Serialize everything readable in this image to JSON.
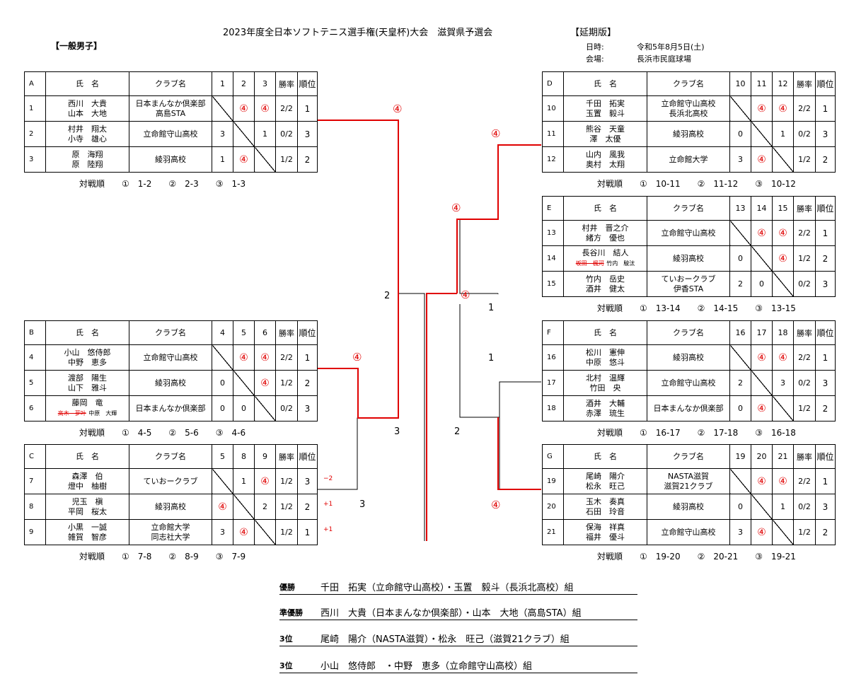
{
  "header": {
    "title": "2023年度全日本ソフトテニス選手権(天皇杯)大会　滋賀県予選会",
    "edition": "【延期版】",
    "date_label": "日時:",
    "date_value": "令和5年8月5日(土)",
    "venue_label": "会場:",
    "venue_value": "長浜市民庭球場",
    "category": "【一般男子】"
  },
  "labels": {
    "name": "氏　名",
    "club": "クラブ名",
    "win": "勝率",
    "rank": "順位"
  },
  "leagues": {
    "A": {
      "letter": "A",
      "cols": [
        "1",
        "2",
        "3"
      ],
      "rows": [
        {
          "id": "1",
          "n1": "西川　大貴",
          "n2": "山本　大地",
          "c1": "日本まんなか倶楽部",
          "c2": "高島STA",
          "r": [
            "",
            "④",
            "④"
          ],
          "win": "2/2",
          "rank": "1"
        },
        {
          "id": "2",
          "n1": "村井　翔太",
          "n2": "小寺　雄心",
          "c1": "立命館守山高校",
          "c2": "",
          "r": [
            "3",
            "",
            "1"
          ],
          "win": "0/2",
          "rank": "3"
        },
        {
          "id": "3",
          "n1": "原　海翔",
          "n2": "原　陸翔",
          "c1": "綾羽高校",
          "c2": "",
          "r": [
            "1",
            "④",
            ""
          ],
          "win": "1/2",
          "rank": "2"
        }
      ],
      "order": "対戦順　　①　1-2　　②　2-3　　③　1-3"
    },
    "B": {
      "letter": "B",
      "cols": [
        "4",
        "5",
        "6"
      ],
      "rows": [
        {
          "id": "4",
          "n1": "小山　悠侍郎",
          "n2": "中野　恵多",
          "c1": "立命館守山高校",
          "c2": "",
          "r": [
            "",
            "④",
            "④"
          ],
          "win": "2/2",
          "rank": "1"
        },
        {
          "id": "5",
          "n1": "渡部　陽生",
          "n2": "山下　雅斗",
          "c1": "綾羽高校",
          "c2": "",
          "r": [
            "0",
            "",
            "④"
          ],
          "win": "1/2",
          "rank": "2"
        },
        {
          "id": "6",
          "n1": "藤岡　竜",
          "n2": "",
          "strike": "高木　夢叶",
          "sub": "中原　大輝",
          "c1": "日本まんなか倶楽部",
          "c2": "",
          "r": [
            "0",
            "0",
            ""
          ],
          "win": "0/2",
          "rank": "3"
        }
      ],
      "order": "対戦順　　①　4-5　　②　5-6　　③　4-6"
    },
    "C": {
      "letter": "C",
      "cols": [
        "5",
        "8",
        "9"
      ],
      "rows": [
        {
          "id": "7",
          "n1": "森澤　伯",
          "n2": "燈中　柚樹",
          "c1": "ていおークラブ",
          "c2": "",
          "r": [
            "",
            "1",
            "④"
          ],
          "win": "1/2",
          "rank": "3",
          "adj": "−2"
        },
        {
          "id": "8",
          "n1": "児玉　槇",
          "n2": "平岡　桜太",
          "c1": "綾羽高校",
          "c2": "",
          "r": [
            "④",
            "",
            "2"
          ],
          "win": "1/2",
          "rank": "2",
          "adj": "+1"
        },
        {
          "id": "9",
          "n1": "小黒　一誠",
          "n2": "雑賀　智彦",
          "c1": "立命館大学",
          "c2": "同志社大学",
          "r": [
            "3",
            "④",
            ""
          ],
          "win": "1/2",
          "rank": "1",
          "adj": "+1"
        }
      ],
      "order": "対戦順　　①　7-8　　②　8-9　　③　7-9"
    },
    "D": {
      "letter": "D",
      "cols": [
        "10",
        "11",
        "12"
      ],
      "rows": [
        {
          "id": "10",
          "n1": "千田　拓実",
          "n2": "玉置　毅斗",
          "c1": "立命館守山高校",
          "c2": "長浜北高校",
          "r": [
            "",
            "④",
            "④"
          ],
          "win": "2/2",
          "rank": "1"
        },
        {
          "id": "11",
          "n1": "熊谷　天童",
          "n2": "澤　太優",
          "c1": "綾羽高校",
          "c2": "",
          "r": [
            "0",
            "",
            "1"
          ],
          "win": "0/2",
          "rank": "3"
        },
        {
          "id": "12",
          "n1": "山内　風我",
          "n2": "奥村　太翔",
          "c1": "立命館大学",
          "c2": "",
          "r": [
            "3",
            "④",
            ""
          ],
          "win": "1/2",
          "rank": "2"
        }
      ],
      "order": "対戦順　　①　10-11　　②　11-12　　③　10-12"
    },
    "E": {
      "letter": "E",
      "cols": [
        "13",
        "14",
        "15"
      ],
      "rows": [
        {
          "id": "13",
          "n1": "村井　晋之介",
          "n2": "緒方　優也",
          "c1": "立命館守山高校",
          "c2": "",
          "r": [
            "",
            "④",
            "④"
          ],
          "win": "2/2",
          "rank": "1"
        },
        {
          "id": "14",
          "n1": "長谷川　結人",
          "n2": "",
          "strike": "坂田　楓河",
          "sub": "竹内　駿汰",
          "c1": "綾羽高校",
          "c2": "",
          "r": [
            "0",
            "",
            "④"
          ],
          "win": "1/2",
          "rank": "2"
        },
        {
          "id": "15",
          "n1": "竹内　岳史",
          "n2": "酒井　健太",
          "c1": "ていおークラブ",
          "c2": "伊香STA",
          "r": [
            "2",
            "0",
            ""
          ],
          "win": "0/2",
          "rank": "3"
        }
      ],
      "order": "対戦順　　①　13-14　　②　14-15　　③　13-15"
    },
    "F": {
      "letter": "F",
      "cols": [
        "16",
        "17",
        "18"
      ],
      "rows": [
        {
          "id": "16",
          "n1": "松川　憲伸",
          "n2": "中原　悠斗",
          "c1": "綾羽高校",
          "c2": "",
          "r": [
            "",
            "④",
            "④"
          ],
          "win": "2/2",
          "rank": "1"
        },
        {
          "id": "17",
          "n1": "北村　温輝",
          "n2": "竹田　央",
          "c1": "立命館守山高校",
          "c2": "",
          "r": [
            "2",
            "",
            "3"
          ],
          "win": "0/2",
          "rank": "3"
        },
        {
          "id": "18",
          "n1": "酒井　大輔",
          "n2": "赤澤　琉生",
          "c1": "日本まんなか倶楽部",
          "c2": "",
          "r": [
            "0",
            "④",
            ""
          ],
          "win": "1/2",
          "rank": "2"
        }
      ],
      "order": "対戦順　　①　16-17　　②　17-18　　③　16-18"
    },
    "G": {
      "letter": "G",
      "cols": [
        "19",
        "20",
        "21"
      ],
      "rows": [
        {
          "id": "19",
          "n1": "尾崎　陽介",
          "n2": "松永　旺己",
          "c1": "NASTA滋賀",
          "c2": "滋賀21クラブ",
          "r": [
            "",
            "④",
            "④"
          ],
          "win": "2/2",
          "rank": "1"
        },
        {
          "id": "20",
          "n1": "玉木　奏真",
          "n2": "石田　玲音",
          "c1": "綾羽高校",
          "c2": "",
          "r": [
            "0",
            "",
            "1"
          ],
          "win": "0/2",
          "rank": "3"
        },
        {
          "id": "21",
          "n1": "保海　祥真",
          "n2": "福井　優斗",
          "c1": "立命館守山高校",
          "c2": "",
          "r": [
            "3",
            "④",
            ""
          ],
          "win": "1/2",
          "rank": "2"
        }
      ],
      "order": "対戦順　　①　19-20　　②　20-21　　③　19-21"
    }
  },
  "bracket": {
    "a_win": "④",
    "b_win": "④",
    "bc_lose": "3",
    "ab_lose": "2",
    "semi_left_win": "④",
    "d_win": "④",
    "de_win": "④",
    "final_win": "④",
    "de_lose": "1",
    "fg_f_lose": "1",
    "fg_f_score": "2",
    "g_win": "④",
    "c_lose": "3"
  },
  "results": [
    {
      "key": "優勝",
      "value": "千田　拓実（立命館守山高校）・玉置　毅斗（長浜北高校）組"
    },
    {
      "key": "準優勝",
      "value": "西川　大貴（日本まんなか倶楽部）・山本　大地（高島STA）組"
    },
    {
      "key": "3位",
      "value": "尾崎　陽介（NASTA滋賀）・松永　旺己（滋賀21クラブ）組"
    },
    {
      "key": "3位",
      "value": "小山　悠侍郎　・中野　恵多（立命館守山高校）組"
    }
  ],
  "colors": {
    "win_line": "#e00000",
    "line": "#000000"
  }
}
